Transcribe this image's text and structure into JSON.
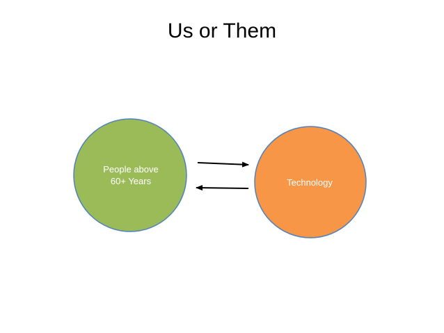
{
  "slide": {
    "title": "Us or Them"
  },
  "diagram": {
    "nodes": [
      {
        "id": "people",
        "label": "People above\n60+ Years",
        "fill": "#9bbb59",
        "stroke": "#4f81bd"
      },
      {
        "id": "technology",
        "label": "Technology",
        "fill": "#f79646",
        "stroke": "#4f81bd"
      }
    ],
    "edges": [
      {
        "from": "people",
        "to": "technology"
      },
      {
        "from": "technology",
        "to": "people"
      }
    ],
    "arrow_color": "#000000"
  }
}
